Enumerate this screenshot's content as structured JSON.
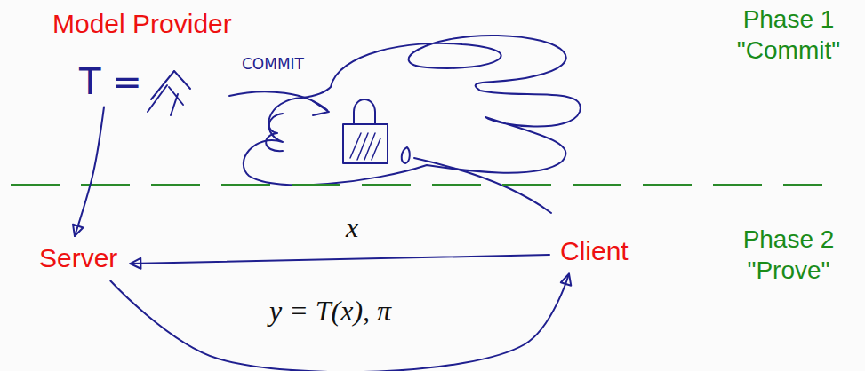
{
  "diagram": {
    "nodes": [
      {
        "text": [
          "Model Provider",
          "T ="
        ]
      },
      {
        "text": [
          "Server"
        ]
      },
      {
        "text": [
          "Client"
        ]
      }
    ],
    "edges": [
      {
        "from": 0,
        "to": 1,
        "arrow": "to"
      },
      {
        "from": 2,
        "to": 1,
        "label": "x",
        "arrow": "to"
      },
      {
        "from": 1,
        "to": 2,
        "label": "y = T(x), π",
        "arrow": "to"
      }
    ],
    "labels": [
      "COMMIT",
      "Phase 1 \"Commit\"",
      "Phase 2 \"Prove\""
    ]
  }
}
